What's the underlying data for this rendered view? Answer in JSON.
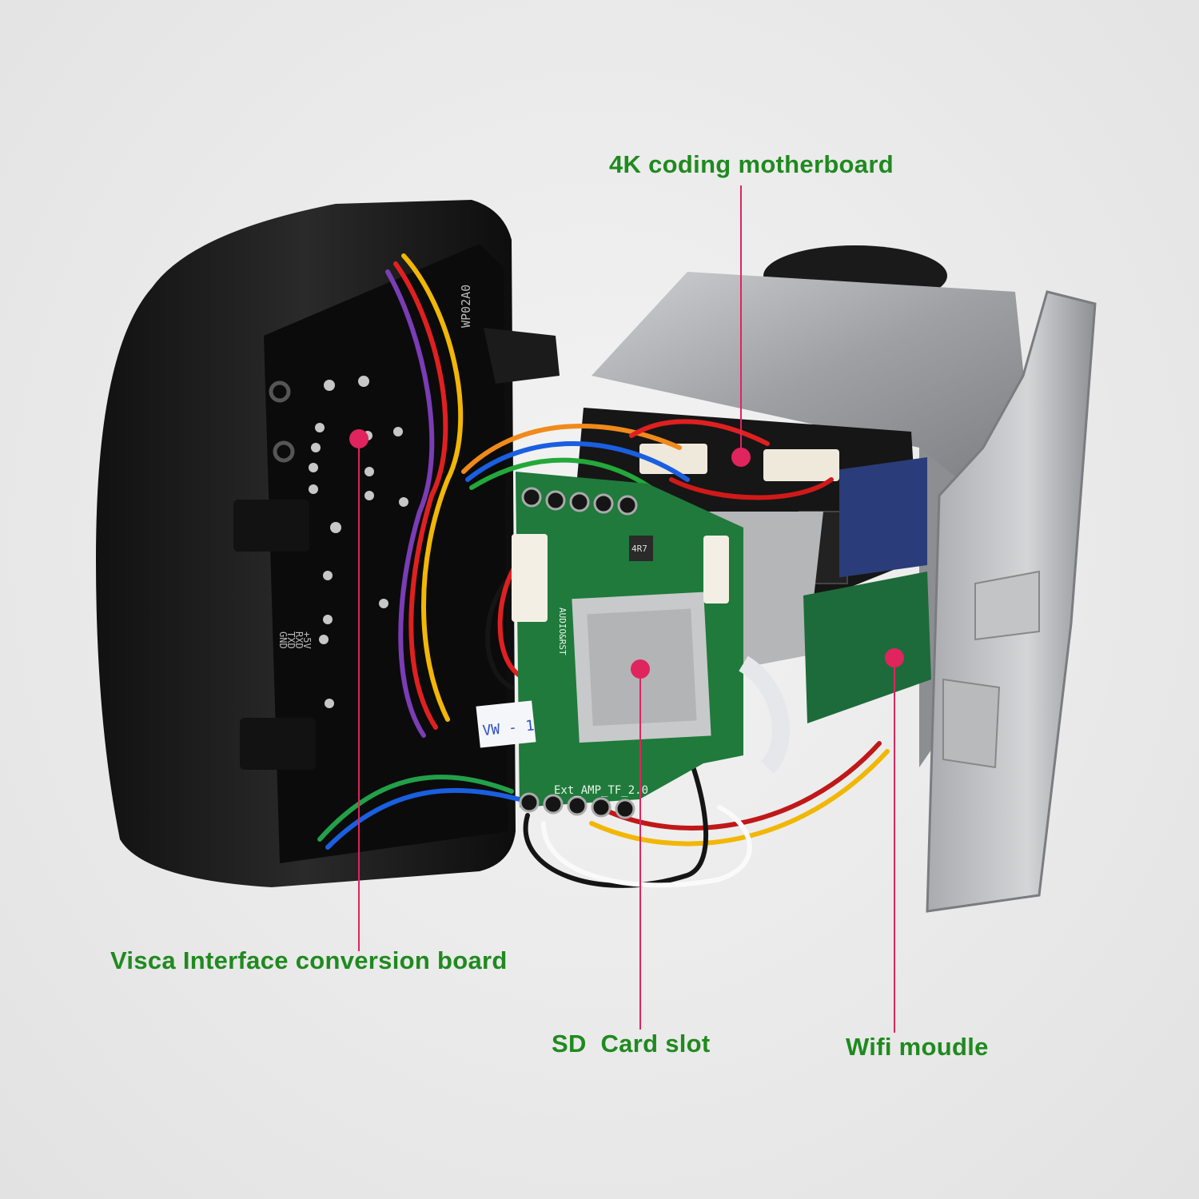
{
  "accent_color": "#e0245e",
  "label_color": "#1f8a1f",
  "callouts": {
    "motherboard": "4K coding motherboard",
    "visca_board": "Visca Interface conversion board",
    "sd_slot": "SD  Card slot",
    "wifi": "Wifi moudle"
  },
  "pcb_markings": {
    "visca_board_id": "WP02A0",
    "visca_pins": [
      "GND",
      "TXD",
      "RXD",
      "+5V"
    ],
    "sd_board_id": "Ext_AMP_TF_2.0",
    "audio_reset": "AUDIO&RST",
    "cable_tag": "VW - 1",
    "inductor": "4R7"
  }
}
